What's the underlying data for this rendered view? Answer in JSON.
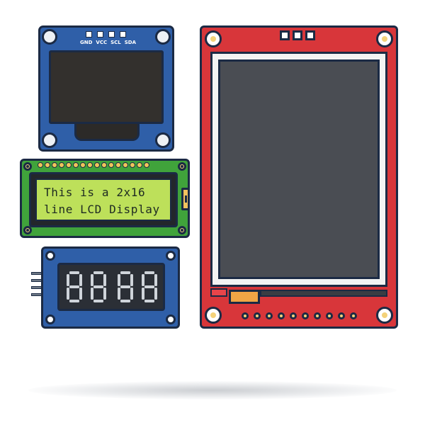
{
  "oled_module": {
    "pin_labels": [
      "GND",
      "VCC",
      "SCL",
      "SDA"
    ],
    "colors": {
      "board": "#2f5fa8",
      "screen": "#33302d",
      "outline": "#1b2a44"
    }
  },
  "lcd_module": {
    "line1": "This is a 2x16",
    "line2": "line LCD Display",
    "colors": {
      "board": "#40a33b",
      "glass": "#bde05a",
      "text": "#1e2a22"
    }
  },
  "seven_segment_module": {
    "digits": "8888",
    "digit_count": 4,
    "colors": {
      "board": "#2f5fa8",
      "display": "#2b2f36",
      "segments": "#cfd4da"
    }
  },
  "tft_module": {
    "colors": {
      "board": "#d8363a",
      "frame": "#f3f3f3",
      "screen": "#4a4d53",
      "flex": "#f0a545"
    }
  }
}
